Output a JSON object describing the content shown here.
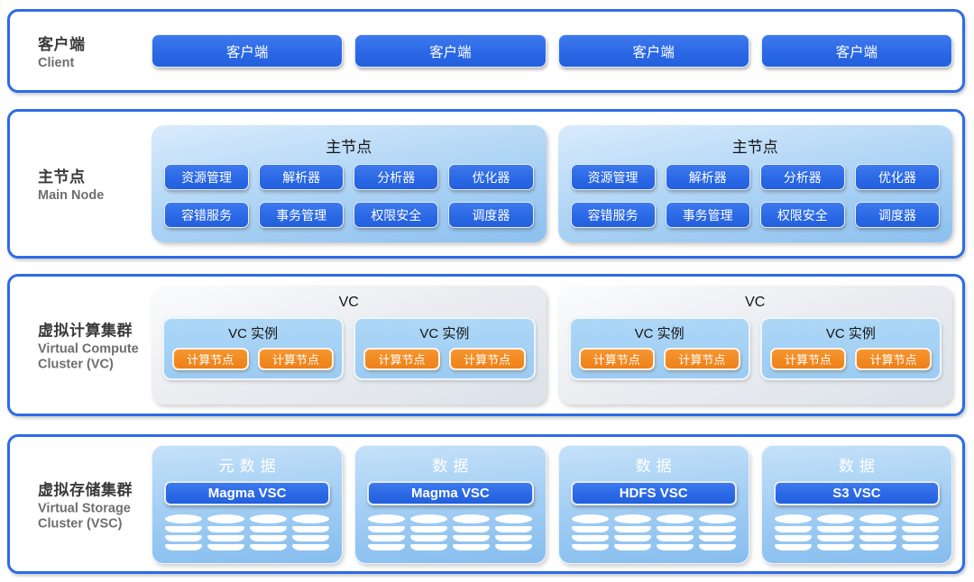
{
  "palette": {
    "section_border": "#2e6be5",
    "button_blue": "#2b68e5",
    "node_orange": "#f08424",
    "panel_blue_top": "#d9ebfc",
    "panel_blue_bottom": "#8cc0ef",
    "vc_panel_grey": "#e9ebf0",
    "instance_blue": "#a7d3f6"
  },
  "client": {
    "label_zh": "客户端",
    "label_en": "Client",
    "buttons": [
      "客户端",
      "客户端",
      "客户端",
      "客户端"
    ]
  },
  "main_node": {
    "label_zh": "主节点",
    "label_en": "Main Node",
    "groups": [
      {
        "title": "主节点",
        "buttons": [
          "资源管理",
          "解析器",
          "分析器",
          "优化器",
          "容错服务",
          "事务管理",
          "权限安全",
          "调度器"
        ]
      },
      {
        "title": "主节点",
        "buttons": [
          "资源管理",
          "解析器",
          "分析器",
          "优化器",
          "容错服务",
          "事务管理",
          "权限安全",
          "调度器"
        ]
      }
    ]
  },
  "vc": {
    "label_zh": "虚拟计算集群",
    "label_en": "Virtual Compute Cluster (VC)",
    "groups": [
      {
        "title": "VC",
        "instances": [
          {
            "title": "VC 实例",
            "nodes": [
              "计算节点",
              "计算节点"
            ]
          },
          {
            "title": "VC 实例",
            "nodes": [
              "计算节点",
              "计算节点"
            ]
          }
        ]
      },
      {
        "title": "VC",
        "instances": [
          {
            "title": "VC 实例",
            "nodes": [
              "计算节点",
              "计算节点"
            ]
          },
          {
            "title": "VC 实例",
            "nodes": [
              "计算节点",
              "计算节点"
            ]
          }
        ]
      }
    ]
  },
  "vsc": {
    "label_zh": "虚拟存储集群",
    "label_en": "Virtual Storage Cluster (VSC)",
    "groups": [
      {
        "title": "元数据",
        "button": "Magma VSC"
      },
      {
        "title": "数据",
        "button": "Magma VSC"
      },
      {
        "title": "数据",
        "button": "HDFS VSC"
      },
      {
        "title": "数据",
        "button": "S3 VSC"
      }
    ]
  }
}
